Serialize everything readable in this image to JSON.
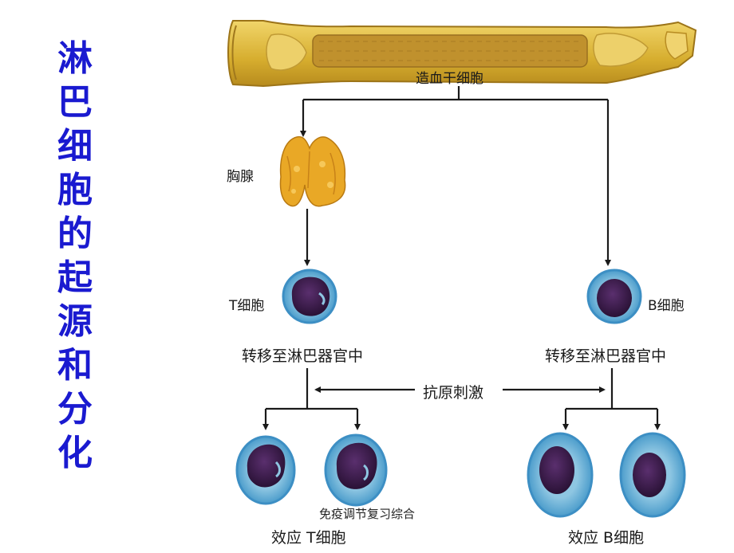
{
  "title_chars": [
    "淋",
    "巴",
    "细",
    "胞",
    "的",
    "起",
    "源",
    "和",
    "分",
    "化"
  ],
  "labels": {
    "hsc": "造血干细胞",
    "thymus": "胸腺",
    "t_cell": "T细胞",
    "b_cell": "B细胞",
    "t_migrate": "转移至淋巴器官中",
    "b_migrate": "转移至淋巴器官中",
    "antigen": "抗原刺激",
    "effector_t": "效应 T细胞",
    "effector_b": "效应 B细胞"
  },
  "footer": "免疫调节复习综合",
  "colors": {
    "title": "#1a1ad0",
    "bone": "#d8b235",
    "marrow": "#b7862a",
    "thymus": "#e7a526",
    "nucleus": "#3c1f4c",
    "cytoplasm": "#6bb3d6",
    "cell_border": "#3d8fc4",
    "arrow": "#1a1a1a"
  },
  "icons": [
    "bone-image",
    "thymus-image",
    "lymphocyte-image"
  ]
}
